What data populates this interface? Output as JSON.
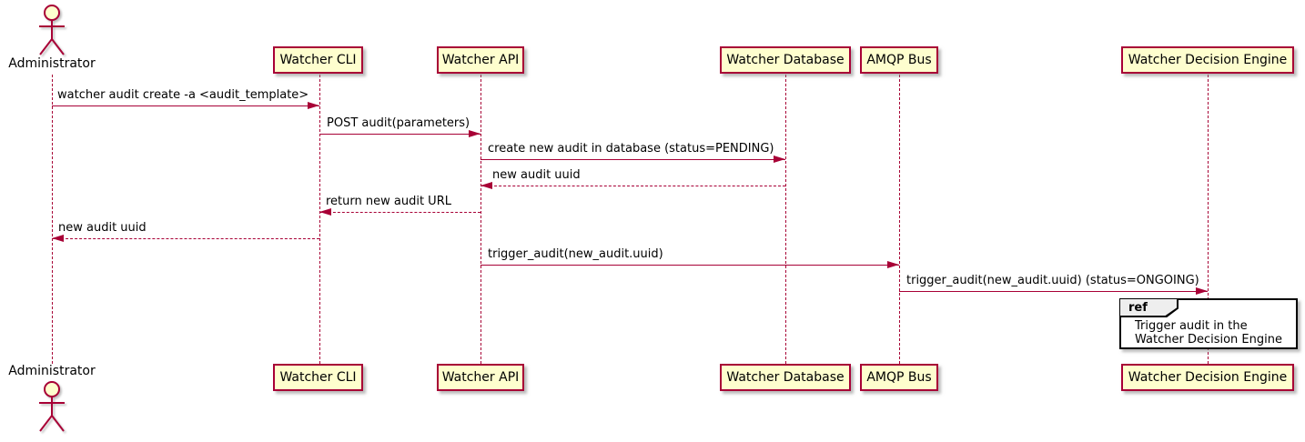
{
  "colors": {
    "line": "#A80036",
    "participant_fill": "#FEFECE",
    "text": "#000000",
    "ref_tab_fill": "#EEEEEE",
    "ref_border": "#000000",
    "background": "#FFFFFF"
  },
  "actor": {
    "label": "Administrator"
  },
  "participants": [
    {
      "label": "Watcher CLI"
    },
    {
      "label": "Watcher API"
    },
    {
      "label": "Watcher Database"
    },
    {
      "label": "AMQP Bus"
    },
    {
      "label": "Watcher Decision Engine"
    }
  ],
  "messages": [
    {
      "text": "watcher audit create -a <audit_template>",
      "from": "Administrator",
      "to": "Watcher CLI",
      "line": "solid"
    },
    {
      "text": "POST audit(parameters)",
      "from": "Watcher CLI",
      "to": "Watcher API",
      "line": "solid"
    },
    {
      "text": "create new audit in database (status=PENDING)",
      "from": "Watcher API",
      "to": "Watcher Database",
      "line": "solid"
    },
    {
      "text": "new audit uuid",
      "from": "Watcher Database",
      "to": "Watcher API",
      "line": "dashed"
    },
    {
      "text": "return new audit URL",
      "from": "Watcher API",
      "to": "Watcher CLI",
      "line": "dashed"
    },
    {
      "text": "new audit uuid",
      "from": "Watcher CLI",
      "to": "Administrator",
      "line": "dashed"
    },
    {
      "text": "trigger_audit(new_audit.uuid)",
      "from": "Watcher API",
      "to": "AMQP Bus",
      "line": "solid"
    },
    {
      "text": "trigger_audit(new_audit.uuid) (status=ONGOING)",
      "from": "AMQP Bus",
      "to": "Watcher Decision Engine",
      "line": "solid"
    }
  ],
  "ref": {
    "keyword": "ref",
    "line1": "Trigger audit in the",
    "line2": "Watcher Decision Engine"
  }
}
